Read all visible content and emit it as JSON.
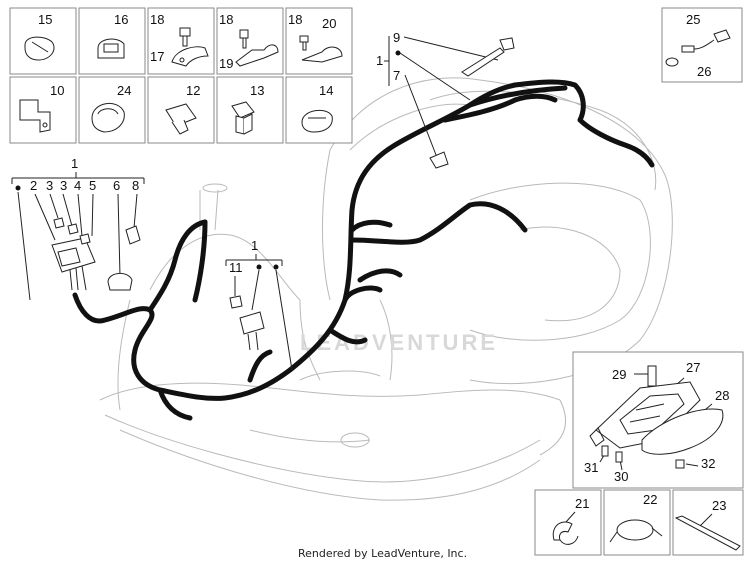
{
  "footer": "Rendered by LeadVenture, Inc.",
  "watermark": "LEADVENTURE",
  "callouts": {
    "b15": "15",
    "b16": "16",
    "b18a": "18",
    "b17": "17",
    "b18b": "18",
    "b19": "19",
    "b18c": "18",
    "b20": "20",
    "b10": "10",
    "b24": "24",
    "b12": "12",
    "b13": "13",
    "b14": "14",
    "b25": "25",
    "b26": "26",
    "n9": "9",
    "n1a": "1",
    "n7": "7",
    "n1b": "1",
    "n2": "2",
    "n3a": "3",
    "n3b": "3",
    "n4": "4",
    "n5": "5",
    "n6": "6",
    "n8": "8",
    "n1c": "1",
    "n11": "11",
    "n29": "29",
    "n27": "27",
    "n28": "28",
    "n31": "31",
    "n30": "30",
    "n32": "32",
    "n21": "21",
    "n22": "22",
    "n23": "23"
  }
}
